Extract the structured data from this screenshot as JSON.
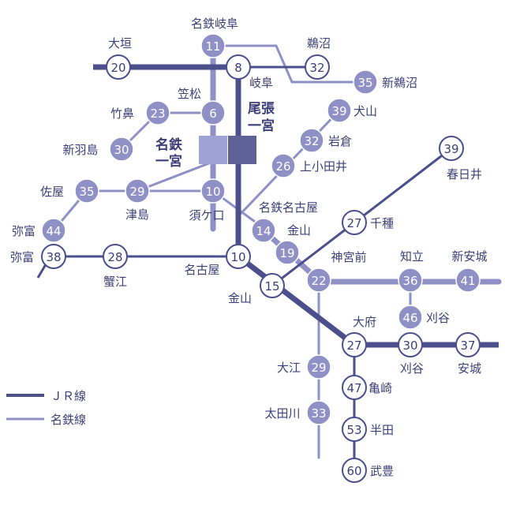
{
  "colors": {
    "jr": "#4b4f8c",
    "meitetsu": "#8f91c6",
    "text": "#3c3f78",
    "station_fill_me": "#8f91c6"
  },
  "legend": {
    "jr": "ＪＲ線",
    "meitetsu": "名鉄線"
  },
  "hubs": {
    "meitetsu_ichinomiya": "名鉄\n一宮",
    "owari_ichinomiya": "尾張\n一宮"
  },
  "stations": [
    {
      "id": "ogaki",
      "num": "20",
      "name": "大垣",
      "type": "jr"
    },
    {
      "id": "meitetsu-gifu",
      "num": "11",
      "name": "名鉄岐阜",
      "type": "me"
    },
    {
      "id": "gifu",
      "num": "8",
      "name": "岐阜",
      "type": "jr"
    },
    {
      "id": "unuma",
      "num": "32",
      "name": "鵜沼",
      "type": "jr"
    },
    {
      "id": "shin-unuma",
      "num": "35",
      "name": "新鵜沼",
      "type": "me"
    },
    {
      "id": "kasamatsu",
      "num": "6",
      "name": "笠松",
      "type": "me"
    },
    {
      "id": "takehana",
      "num": "23",
      "name": "竹鼻",
      "type": "me"
    },
    {
      "id": "shin-hashima",
      "num": "30",
      "name": "新羽島",
      "type": "me"
    },
    {
      "id": "inuyama",
      "num": "39",
      "name": "犬山",
      "type": "me"
    },
    {
      "id": "iwakura",
      "num": "32",
      "name": "岩倉",
      "type": "me"
    },
    {
      "id": "kamiotai",
      "num": "26",
      "name": "上小田井",
      "type": "me"
    },
    {
      "id": "kasugai",
      "num": "39",
      "name": "春日井",
      "type": "jr"
    },
    {
      "id": "saya",
      "num": "35",
      "name": "佐屋",
      "type": "me"
    },
    {
      "id": "tsushima",
      "num": "29",
      "name": "津島",
      "type": "me"
    },
    {
      "id": "sukaguchi",
      "num": "10",
      "name": "須ケ口",
      "type": "me"
    },
    {
      "id": "meitetsu-nagoya",
      "num": "14",
      "name": "名鉄名古屋",
      "type": "me"
    },
    {
      "id": "kanayama-me",
      "num": "19",
      "name": "金山",
      "type": "me"
    },
    {
      "id": "chikusa",
      "num": "27",
      "name": "千種",
      "type": "jr"
    },
    {
      "id": "yatomi-me",
      "num": "44",
      "name": "弥富",
      "type": "me"
    },
    {
      "id": "yatomi",
      "num": "38",
      "name": "弥富",
      "type": "jr"
    },
    {
      "id": "kanie",
      "num": "28",
      "name": "蟹江",
      "type": "jr"
    },
    {
      "id": "nagoya",
      "num": "10",
      "name": "名古屋",
      "type": "jr"
    },
    {
      "id": "kanayama",
      "num": "15",
      "name": "金山",
      "type": "jr"
    },
    {
      "id": "jingu-mae",
      "num": "22",
      "name": "神宮前",
      "type": "me"
    },
    {
      "id": "chiryu",
      "num": "36",
      "name": "知立",
      "type": "me"
    },
    {
      "id": "shin-anjo",
      "num": "41",
      "name": "新安城",
      "type": "me"
    },
    {
      "id": "kariya-me",
      "num": "46",
      "name": "刈谷",
      "type": "me"
    },
    {
      "id": "obu",
      "num": "27",
      "name": "大府",
      "type": "jr"
    },
    {
      "id": "kariya",
      "num": "30",
      "name": "刈谷",
      "type": "jr"
    },
    {
      "id": "anjo",
      "num": "37",
      "name": "安城",
      "type": "jr"
    },
    {
      "id": "oe",
      "num": "29",
      "name": "大江",
      "type": "me"
    },
    {
      "id": "kamezaki",
      "num": "47",
      "name": "亀崎",
      "type": "jr"
    },
    {
      "id": "otagawa",
      "num": "33",
      "name": "太田川",
      "type": "me"
    },
    {
      "id": "handa",
      "num": "53",
      "name": "半田",
      "type": "jr"
    },
    {
      "id": "taketoyo",
      "num": "60",
      "name": "武豊",
      "type": "jr"
    }
  ]
}
